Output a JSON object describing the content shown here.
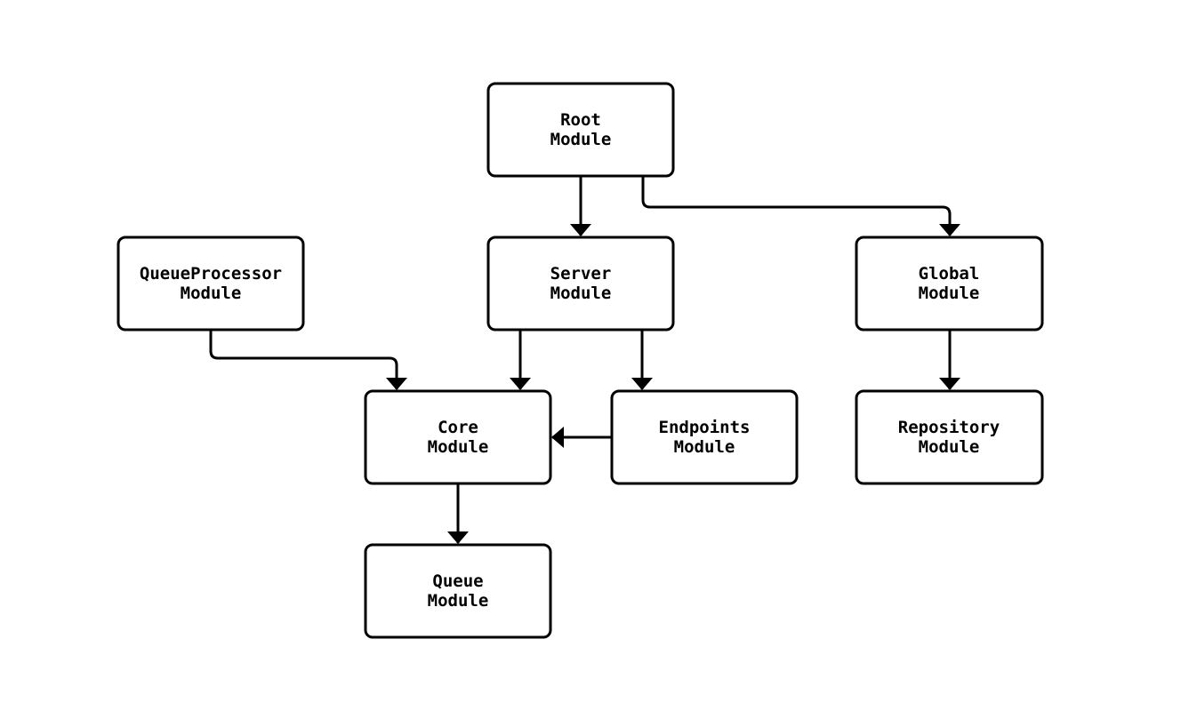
{
  "diagram": {
    "type": "flowchart",
    "direction": "top-down",
    "background_color": "#ffffff",
    "node_fill_color": "#ffffff",
    "node_stroke_color": "#000000",
    "edge_color": "#000000",
    "nodes": {
      "root": {
        "line1": "Root",
        "line2": "Module"
      },
      "queue_processor": {
        "line1": "QueueProcessor",
        "line2": "Module"
      },
      "server": {
        "line1": "Server",
        "line2": "Module"
      },
      "global": {
        "line1": "Global",
        "line2": "Module"
      },
      "core": {
        "line1": "Core",
        "line2": "Module"
      },
      "endpoints": {
        "line1": "Endpoints",
        "line2": "Module"
      },
      "repository": {
        "line1": "Repository",
        "line2": "Module"
      },
      "queue": {
        "line1": "Queue",
        "line2": "Module"
      }
    },
    "edges": [
      {
        "from": "Root Module",
        "to": "Server Module"
      },
      {
        "from": "Root Module",
        "to": "Global Module"
      },
      {
        "from": "QueueProcessor Module",
        "to": "Core Module"
      },
      {
        "from": "Server Module",
        "to": "Core Module"
      },
      {
        "from": "Server Module",
        "to": "Endpoints Module"
      },
      {
        "from": "Endpoints Module",
        "to": "Core Module"
      },
      {
        "from": "Global Module",
        "to": "Repository Module"
      },
      {
        "from": "Core Module",
        "to": "Queue Module"
      }
    ]
  }
}
